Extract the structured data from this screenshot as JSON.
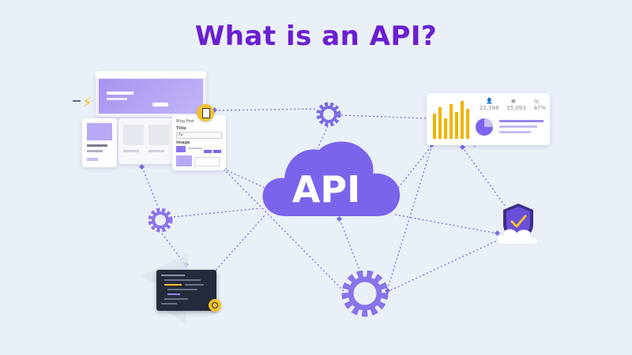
{
  "title": "What is an API?",
  "center_label": "API",
  "colors": {
    "title": "#6a1fd0",
    "accent": "#7e64ee",
    "cloud": "#7b63ec",
    "line": "#7c6be0",
    "badge": "#f2c12e",
    "bars": "#f0b400",
    "background": "#eaf0f7"
  },
  "blog_card": {
    "heading": "Blog Post",
    "title_label": "Title",
    "title_value": "Aa",
    "image_label": "Image"
  },
  "dashboard": {
    "stats": [
      "22,398",
      "15,093",
      "47%"
    ],
    "icons": [
      "user-icon",
      "eye-icon",
      "percent-icon"
    ]
  },
  "icons": {
    "gears": [
      "gear-icon",
      "gear-icon",
      "gear-icon"
    ],
    "shield": "shield-check-icon",
    "lightning": "lightning-icon",
    "file_badge": "file-settings-icon",
    "code_badge": "gear-badge-icon"
  }
}
